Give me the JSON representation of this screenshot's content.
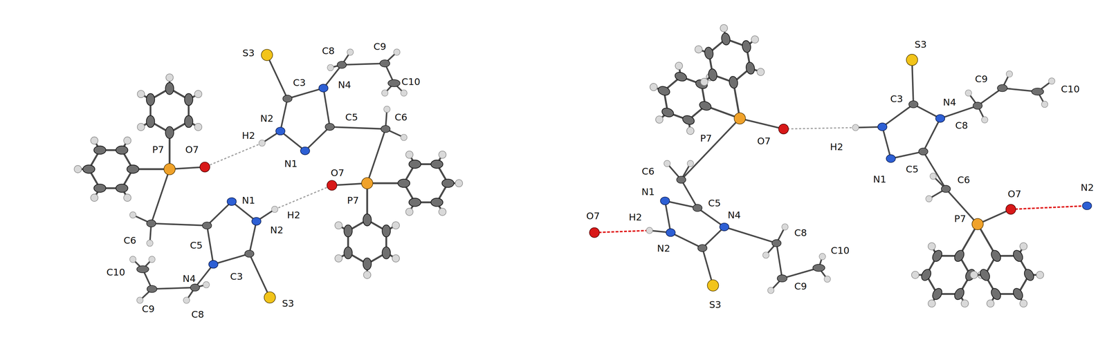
{
  "diagram": {
    "labels": [
      "S3",
      "C8",
      "C9",
      "C3",
      "N4",
      "C10",
      "N2",
      "C5",
      "C6",
      "H2",
      "P7",
      "O7",
      "N1",
      "O7",
      "P7",
      "N1",
      "H2",
      "N2",
      "C6",
      "C5",
      "C10",
      "C3",
      "N4",
      "S3",
      "C9",
      "C8",
      "S3",
      "C9",
      "C10",
      "C3",
      "N4",
      "C8",
      "P7",
      "O7",
      "H2",
      "C5",
      "C6",
      "N1",
      "C6",
      "O7",
      "N2",
      "N1",
      "C5",
      "O7",
      "N4",
      "H2",
      "P7",
      "C8",
      "C10",
      "N2",
      "C9",
      "S3"
    ]
  }
}
